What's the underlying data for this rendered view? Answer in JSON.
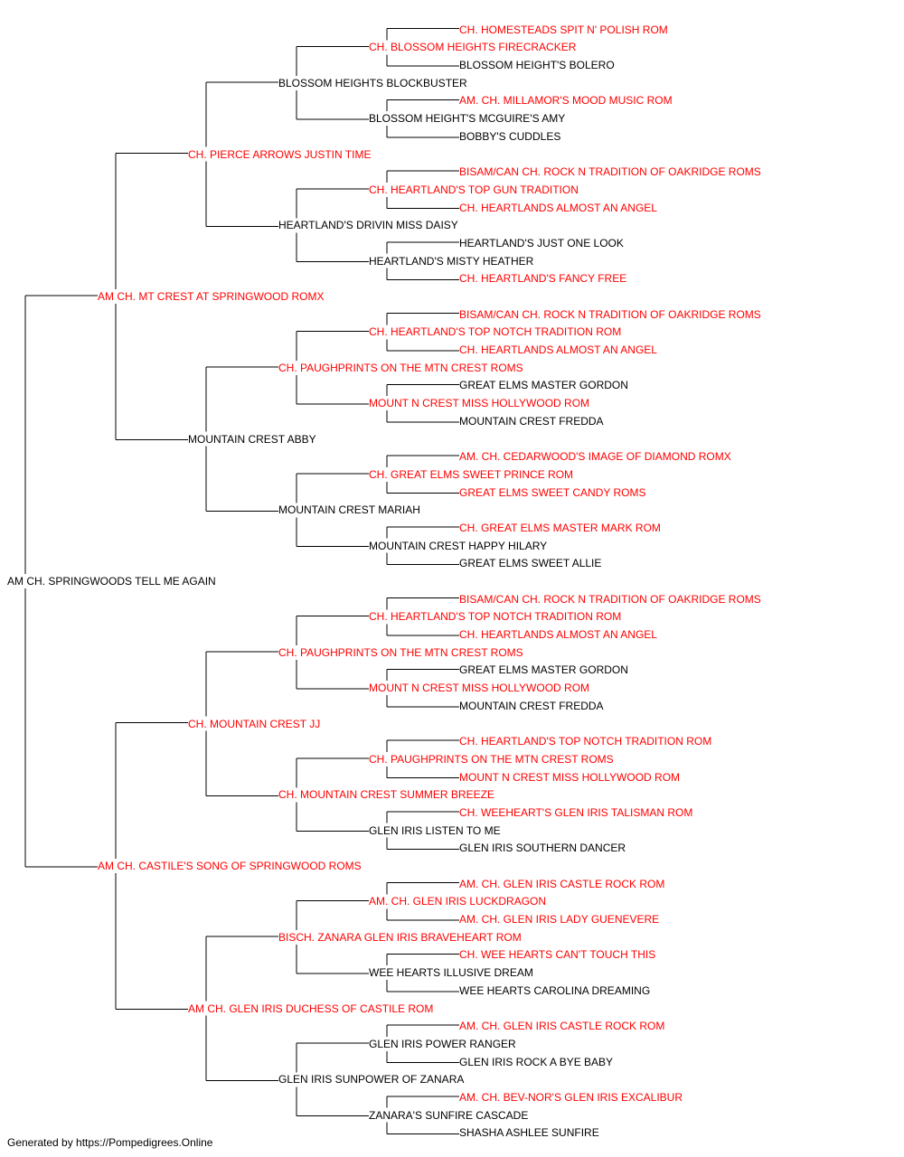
{
  "colors": {
    "champion": "#ff0000",
    "regular": "#000000",
    "line": "#000000"
  },
  "footer": "Generated by https://Pompedigrees.Online",
  "pedigree": {
    "name": "AM CH. SPRINGWOODS TELL ME AGAIN",
    "champion": false,
    "sire": {
      "name": "AM CH. MT CREST AT SPRINGWOOD ROMX",
      "champion": true,
      "sire": {
        "name": "CH. PIERCE ARROWS JUSTIN TIME",
        "champion": true,
        "sire": {
          "name": "BLOSSOM HEIGHTS BLOCKBUSTER",
          "champion": false,
          "sire": {
            "name": "CH. BLOSSOM HEIGHTS FIRECRACKER",
            "champion": true,
            "sire": {
              "name": "CH. HOMESTEADS SPIT N' POLISH ROM",
              "champion": true
            },
            "dam": {
              "name": "BLOSSOM HEIGHT'S BOLERO",
              "champion": false
            }
          },
          "dam": {
            "name": "BLOSSOM HEIGHT'S MCGUIRE'S AMY",
            "champion": false,
            "sire": {
              "name": "AM. CH. MILLAMOR'S MOOD MUSIC ROM",
              "champion": true
            },
            "dam": {
              "name": "BOBBY'S CUDDLES",
              "champion": false
            }
          }
        },
        "dam": {
          "name": "HEARTLAND'S DRIVIN MISS DAISY",
          "champion": false,
          "sire": {
            "name": "CH. HEARTLAND'S TOP GUN TRADITION",
            "champion": true,
            "sire": {
              "name": "BISAM/CAN CH. ROCK N TRADITION OF OAKRIDGE ROMS",
              "champion": true
            },
            "dam": {
              "name": "CH. HEARTLANDS ALMOST AN ANGEL",
              "champion": true
            }
          },
          "dam": {
            "name": "HEARTLAND'S MISTY HEATHER",
            "champion": false,
            "sire": {
              "name": "HEARTLAND'S JUST ONE LOOK",
              "champion": false
            },
            "dam": {
              "name": "CH. HEARTLAND'S FANCY FREE",
              "champion": true
            }
          }
        }
      },
      "dam": {
        "name": "MOUNTAIN CREST ABBY",
        "champion": false,
        "sire": {
          "name": "CH. PAUGHPRINTS ON THE MTN CREST ROMS",
          "champion": true,
          "sire": {
            "name": "CH. HEARTLAND'S TOP NOTCH TRADITION ROM",
            "champion": true,
            "sire": {
              "name": "BISAM/CAN CH. ROCK N TRADITION OF OAKRIDGE ROMS",
              "champion": true
            },
            "dam": {
              "name": "CH. HEARTLANDS ALMOST AN ANGEL",
              "champion": true
            }
          },
          "dam": {
            "name": "MOUNT N CREST MISS HOLLYWOOD ROM",
            "champion": true,
            "sire": {
              "name": "GREAT ELMS MASTER GORDON",
              "champion": false
            },
            "dam": {
              "name": "MOUNTAIN CREST FREDDA",
              "champion": false
            }
          }
        },
        "dam": {
          "name": "MOUNTAIN CREST MARIAH",
          "champion": false,
          "sire": {
            "name": "CH. GREAT ELMS SWEET PRINCE ROM",
            "champion": true,
            "sire": {
              "name": "AM. CH. CEDARWOOD'S IMAGE OF DIAMOND ROMX",
              "champion": true
            },
            "dam": {
              "name": "GREAT ELMS SWEET CANDY ROMS",
              "champion": true
            }
          },
          "dam": {
            "name": "MOUNTAIN CREST HAPPY HILARY",
            "champion": false,
            "sire": {
              "name": "CH. GREAT ELMS MASTER MARK ROM",
              "champion": true
            },
            "dam": {
              "name": "GREAT ELMS SWEET ALLIE",
              "champion": false
            }
          }
        }
      }
    },
    "dam": {
      "name": "AM CH. CASTILE'S SONG OF SPRINGWOOD ROMS",
      "champion": true,
      "sire": {
        "name": "CH. MOUNTAIN CREST JJ",
        "champion": true,
        "sire": {
          "name": "CH. PAUGHPRINTS ON THE MTN CREST ROMS",
          "champion": true,
          "sire": {
            "name": "CH. HEARTLAND'S TOP NOTCH TRADITION ROM",
            "champion": true,
            "sire": {
              "name": "BISAM/CAN CH. ROCK N TRADITION OF OAKRIDGE ROMS",
              "champion": true
            },
            "dam": {
              "name": "CH. HEARTLANDS ALMOST AN ANGEL",
              "champion": true
            }
          },
          "dam": {
            "name": "MOUNT N CREST MISS HOLLYWOOD ROM",
            "champion": true,
            "sire": {
              "name": "GREAT ELMS MASTER GORDON",
              "champion": false
            },
            "dam": {
              "name": "MOUNTAIN CREST FREDDA",
              "champion": false
            }
          }
        },
        "dam": {
          "name": "CH. MOUNTAIN CREST SUMMER BREEZE",
          "champion": true,
          "sire": {
            "name": "CH. PAUGHPRINTS ON THE MTN CREST ROMS",
            "champion": true,
            "sire": {
              "name": "CH. HEARTLAND'S TOP NOTCH TRADITION ROM",
              "champion": true
            },
            "dam": {
              "name": "MOUNT N CREST MISS HOLLYWOOD ROM",
              "champion": true
            }
          },
          "dam": {
            "name": "GLEN IRIS LISTEN TO ME",
            "champion": false,
            "sire": {
              "name": "CH. WEEHEART'S GLEN IRIS TALISMAN ROM",
              "champion": true
            },
            "dam": {
              "name": "GLEN IRIS SOUTHERN DANCER",
              "champion": false
            }
          }
        }
      },
      "dam": {
        "name": "AM CH. GLEN IRIS DUCHESS OF CASTILE ROM",
        "champion": true,
        "sire": {
          "name": "BISCH. ZANARA GLEN IRIS BRAVEHEART ROM",
          "champion": true,
          "sire": {
            "name": "AM. CH. GLEN IRIS LUCKDRAGON",
            "champion": true,
            "sire": {
              "name": "AM. CH. GLEN IRIS CASTLE ROCK ROM",
              "champion": true
            },
            "dam": {
              "name": "AM. CH. GLEN IRIS LADY GUENEVERE",
              "champion": true
            }
          },
          "dam": {
            "name": "WEE HEARTS ILLUSIVE DREAM",
            "champion": false,
            "sire": {
              "name": "CH. WEE HEARTS CAN'T TOUCH THIS",
              "champion": true
            },
            "dam": {
              "name": "WEE HEARTS CAROLINA DREAMING",
              "champion": false
            }
          }
        },
        "dam": {
          "name": "GLEN IRIS SUNPOWER OF ZANARA",
          "champion": false,
          "sire": {
            "name": "GLEN IRIS POWER RANGER",
            "champion": false,
            "sire": {
              "name": "AM. CH. GLEN IRIS CASTLE ROCK ROM",
              "champion": true
            },
            "dam": {
              "name": "GLEN IRIS ROCK A BYE BABY",
              "champion": false
            }
          },
          "dam": {
            "name": "ZANARA'S SUNFIRE CASCADE",
            "champion": false,
            "sire": {
              "name": "AM. CH. BEV-NOR'S GLEN IRIS EXCALIBUR",
              "champion": true
            },
            "dam": {
              "name": "SHASHA ASHLEE SUNFIRE",
              "champion": false
            }
          }
        }
      }
    }
  }
}
